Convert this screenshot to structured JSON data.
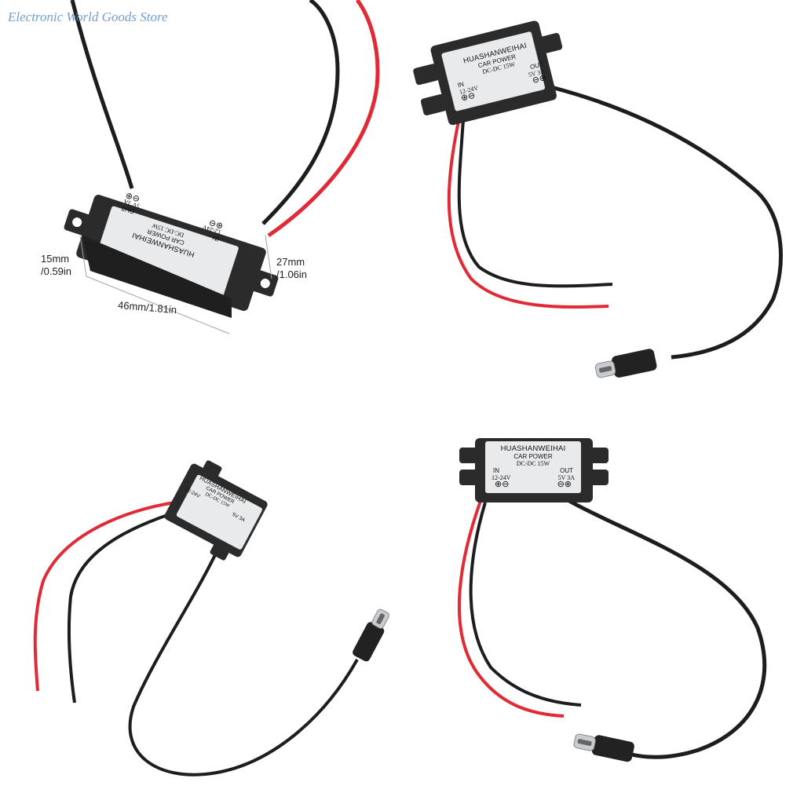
{
  "watermark": "Electronic World Goods Store",
  "module": {
    "brand": "HUASHANWEIHAI",
    "line1": "CAR POWER",
    "line2": "DC-DC  15W",
    "in_label": "IN",
    "in_voltage": "12-24V",
    "out_label": "OUT",
    "out_voltage": "5V 3A",
    "plus": "⊕",
    "minus": "⊖"
  },
  "dimensions": {
    "height_mm": "15mm",
    "height_in": "/0.59in",
    "width_mm": "27mm",
    "width_in": "/1.06in",
    "length": "46mm/1.81in"
  },
  "colors": {
    "housing": "#2b2b2b",
    "label": "#e9eaec",
    "red_wire": "#e02a36",
    "black_wire": "#1d1d1d",
    "watermark": "#5b8fc6"
  }
}
